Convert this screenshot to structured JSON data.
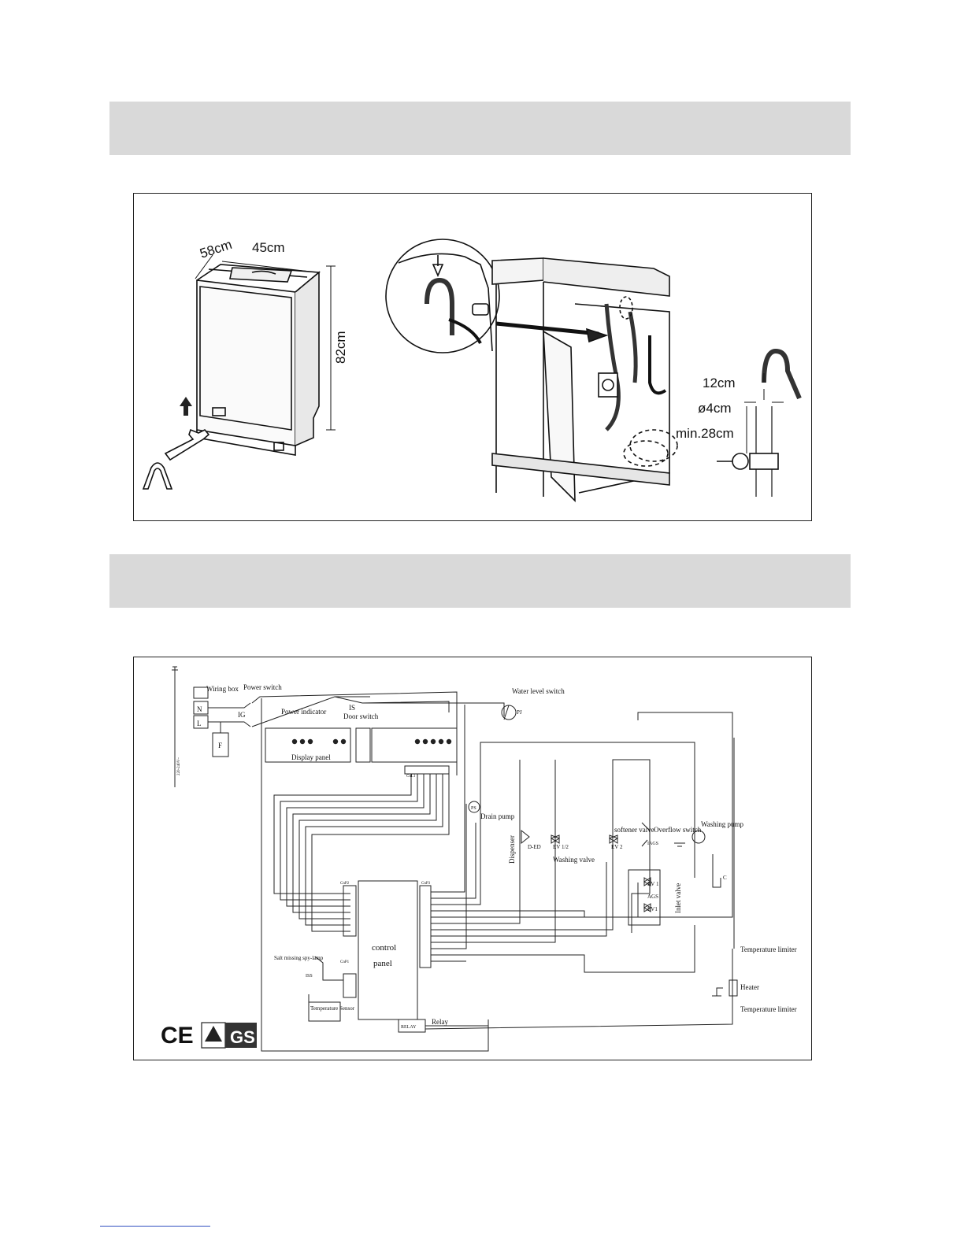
{
  "installation": {
    "dimensions": {
      "depth": "58cm",
      "width": "45cm",
      "height": "82cm"
    },
    "drain": {
      "hose_rise": "12cm",
      "pipe_diameter": "ø4cm",
      "min_height": "min.28cm"
    }
  },
  "wiring": {
    "labels": {
      "wiring_box": "Wiring box",
      "power_switch": "Power switch",
      "power_indicator": "Power indicator",
      "door_switch_code": "IS",
      "door_switch": "Door switch",
      "water_level_switch": "Water level switch",
      "display_panel": "Display panel",
      "drain_pump": "Drain pump",
      "dispenser": "Dispenser",
      "washing_valve_code": "EV 1/2",
      "washing_valve": "Washing valve",
      "softener_valve": "softener valve",
      "overflow_switch": "Overflow switch",
      "washing_pump": "Washing pump",
      "inlet_valve": "Inlet valve",
      "control_panel_1": "control",
      "control_panel_2": "panel",
      "salt_missing": "Salt missing spy-lamp",
      "temperature_sensor": "Temperature Sensor",
      "relay": "Relay",
      "relay_box": "RELAY",
      "temp_limiter_1": "Temperature limiter",
      "heater": "Heater",
      "temp_limiter_2": "Temperature limiter",
      "terminal_n": "N",
      "terminal_l": "L",
      "fuse": "F",
      "ig": "IG",
      "ps": "PS",
      "d_ed": "D-ED",
      "ev2": "EV 2",
      "ev1_top": "EV 1",
      "ags": "AGS",
      "ev1_bottom": "EV1",
      "iags": "IAGS",
      "pj": "PJ",
      "iss": "ISS",
      "voltage": "220-240V~",
      "cn_l1": "CnL1",
      "cn_p2": "CnP2",
      "cn_p3": "CnP3",
      "cn_p1": "CnP1",
      "c": "C"
    },
    "certification": {
      "ce": "CE",
      "gs": "GS"
    }
  }
}
